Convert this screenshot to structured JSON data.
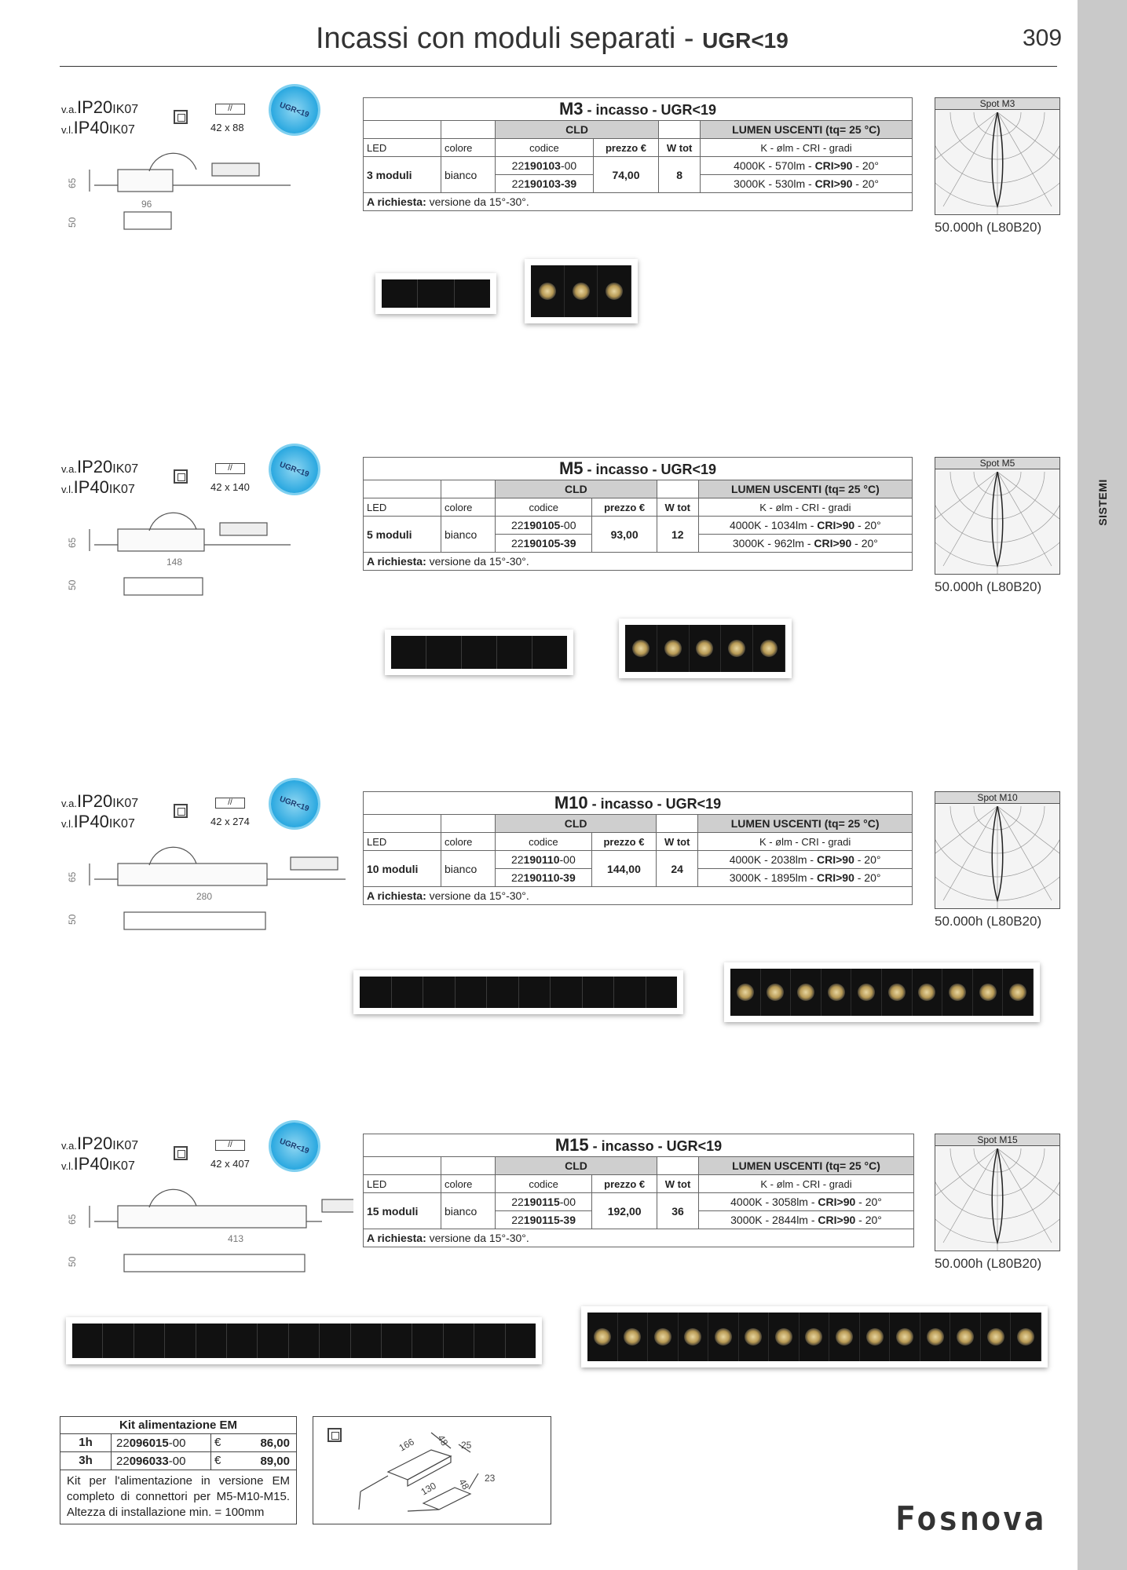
{
  "header": {
    "title": "Incassi con moduli separati - ",
    "title_bold": "UGR<19",
    "page_number": "309"
  },
  "sidebar": {
    "label": "SISTEMI"
  },
  "common": {
    "ip_va_prefix": "v.a.",
    "ip_vi_prefix": "v.l.",
    "ip20": "IP20",
    "ip40": "IP40",
    "ik": "IK07",
    "ugr_badge": "UGR<19",
    "lifetime": "50.000h (L80B20)",
    "table": {
      "cld": "CLD",
      "lumen_header": "LUMEN USCENTI (tq= 25 °C)",
      "led": "LED",
      "colore": "colore",
      "codice": "codice",
      "prezzo": "prezzo €",
      "wtot": "W tot",
      "k_header": "K - ølm - CRI - gradi",
      "bianco": "bianco",
      "richiesta_label": "A richiesta:",
      "richiesta_text": " versione da 15°-30°.",
      "incasso": " - incasso - UGR<19"
    }
  },
  "sections": [
    {
      "model": "M3",
      "cutout": "42 x 88",
      "width_dim": "96",
      "height_dim": "65",
      "depth_dim": "50",
      "moduli": "3 moduli",
      "code_prefix_1": "22",
      "code_bold_1": "190103",
      "code_suffix_1": "-00",
      "code_prefix_2": "22",
      "code_bold_2": "190103-39",
      "price": "74,00",
      "wtot": "8",
      "lumen_1": "4000K - 570lm - ",
      "cri_1": "CRI>90",
      "deg_1": " - 20°",
      "lumen_2": "3000K - 530lm - ",
      "cri_2": "CRI>90",
      "deg_2": " - 20°",
      "spot": "Spot M3"
    },
    {
      "model": "M5",
      "cutout": "42 x 140",
      "width_dim": "148",
      "height_dim": "65",
      "depth_dim": "50",
      "moduli": "5 moduli",
      "code_prefix_1": "22",
      "code_bold_1": "190105",
      "code_suffix_1": "-00",
      "code_prefix_2": "22",
      "code_bold_2": "190105-39",
      "price": "93,00",
      "wtot": "12",
      "lumen_1": "4000K - 1034lm - ",
      "cri_1": "CRI>90",
      "deg_1": " - 20°",
      "lumen_2": "3000K - 962lm - ",
      "cri_2": "CRI>90",
      "deg_2": " - 20°",
      "spot": "Spot M5"
    },
    {
      "model": "M10",
      "cutout": "42 x 274",
      "width_dim": "280",
      "height_dim": "65",
      "depth_dim": "50",
      "moduli": "10 moduli",
      "code_prefix_1": "22",
      "code_bold_1": "190110",
      "code_suffix_1": "-00",
      "code_prefix_2": "22",
      "code_bold_2": "190110-39",
      "price": "144,00",
      "wtot": "24",
      "lumen_1": "4000K - 2038lm - ",
      "cri_1": "CRI>90",
      "deg_1": " - 20°",
      "lumen_2": "3000K - 1895lm - ",
      "cri_2": "CRI>90",
      "deg_2": " - 20°",
      "spot": "Spot M10"
    },
    {
      "model": "M15",
      "cutout": "42 x 407",
      "width_dim": "413",
      "height_dim": "65",
      "depth_dim": "50",
      "moduli": "15 moduli",
      "code_prefix_1": "22",
      "code_bold_1": "190115",
      "code_suffix_1": "-00",
      "code_prefix_2": "22",
      "code_bold_2": "190115-39",
      "price": "192,00",
      "wtot": "36",
      "lumen_1": "4000K - 3058lm - ",
      "cri_1": "CRI>90",
      "deg_1": " - 20°",
      "lumen_2": "3000K - 2844lm - ",
      "cri_2": "CRI>90",
      "deg_2": " - 20°",
      "spot": "Spot M15"
    }
  ],
  "kit": {
    "title": "Kit alimentazione EM",
    "rows": [
      {
        "label": "1h",
        "code_prefix": "22",
        "code_bold": "096015",
        "code_suffix": "-00",
        "currency": "€",
        "price": "86,00"
      },
      {
        "label": "3h",
        "code_prefix": "22",
        "code_bold": "096033",
        "code_suffix": "-00",
        "currency": "€",
        "price": "89,00"
      }
    ],
    "description": "Kit per l'alimentazione in versione EM completo di connettori per M5-M10-M15. Altezza di installazione min. = 100mm",
    "dims": [
      "166",
      "48",
      "25",
      "130",
      "48",
      "23"
    ]
  },
  "brand": {
    "logo": "Fosnova"
  }
}
